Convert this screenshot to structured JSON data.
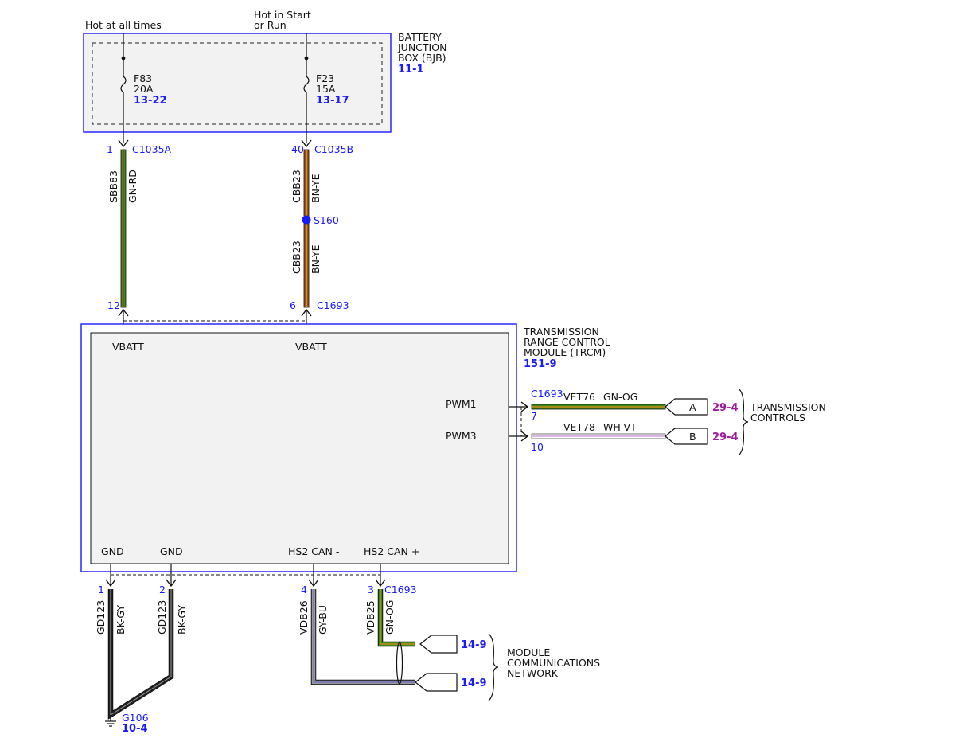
{
  "power": {
    "hot_at_all_times": "Hot at all times",
    "hot_in_start_line1": "Hot in Start",
    "hot_in_start_line2": "or Run"
  },
  "bjb": {
    "title_line1": "BATTERY",
    "title_line2": "JUNCTION",
    "title_line3": "BOX (BJB)",
    "ref": "11-1",
    "fuse1": {
      "name": "F83",
      "rating": "20A",
      "ref": "13-22"
    },
    "fuse2": {
      "name": "F23",
      "rating": "15A",
      "ref": "13-17"
    }
  },
  "upper_connectors": {
    "left": {
      "pin_top": "1",
      "conn_top": "C1035A",
      "circuit": "SBB83",
      "color": "GN-RD",
      "pin_bottom": "12"
    },
    "right": {
      "pin_top": "40",
      "conn_top": "C1035B",
      "circuit": "CBB23",
      "color": "BN-YE",
      "splice": "S160",
      "pin_bottom": "6",
      "conn_bottom": "C1693"
    }
  },
  "trcm": {
    "title_line1": "TRANSMISSION",
    "title_line2": "RANGE CONTROL",
    "title_line3": "MODULE (TRCM)",
    "ref": "151-9",
    "vbatt1": "VBATT",
    "vbatt2": "VBATT",
    "pwm1": "PWM1",
    "pwm3": "PWM3",
    "gnd1": "GND",
    "gnd2": "GND",
    "can_minus": "HS2 CAN -",
    "can_plus": "HS2 CAN +"
  },
  "trans_outputs": {
    "connector": "C1693",
    "wire1": {
      "pin": "7",
      "circuit": "VET76",
      "color": "GN-OG",
      "label": "A",
      "ref": "29-4"
    },
    "wire2": {
      "pin": "10",
      "circuit": "VET78",
      "color": "WH-VT",
      "label": "B",
      "ref": "29-4"
    },
    "group_line1": "TRANSMISSION",
    "group_line2": "CONTROLS"
  },
  "lower_wires": {
    "gnd1": {
      "pin": "1",
      "circuit": "GD123",
      "color": "BK-GY"
    },
    "gnd2": {
      "pin": "2",
      "circuit": "GD123",
      "color": "BK-GY"
    },
    "can_minus": {
      "pin": "4",
      "circuit": "VDB26",
      "color": "GY-BU",
      "ref": "14-9"
    },
    "can_plus": {
      "pin": "3",
      "connector": "C1693",
      "circuit": "VDB25",
      "color": "GN-OG",
      "ref": "14-9"
    },
    "ground": {
      "name": "G106",
      "ref": "10-4"
    },
    "group_line1": "MODULE",
    "group_line2": "COMMUNICATIONS",
    "group_line3": "NETWORK"
  },
  "colors": {
    "module_border": "#1a1aff",
    "reference_blue": "#1a1aff",
    "reference_purple": "#a01aa0",
    "wire_green": "#3a8a1a",
    "wire_brown": "#a0521a",
    "wire_yellow": "#e8c020",
    "wire_black": "#222222",
    "wire_gray": "#9a9a9a",
    "wire_blue": "#6a6ac8",
    "wire_white": "#ffffff",
    "wire_violet": "#c88ad8",
    "wire_red": "#d02020",
    "wire_orange": "#e88a1a"
  }
}
